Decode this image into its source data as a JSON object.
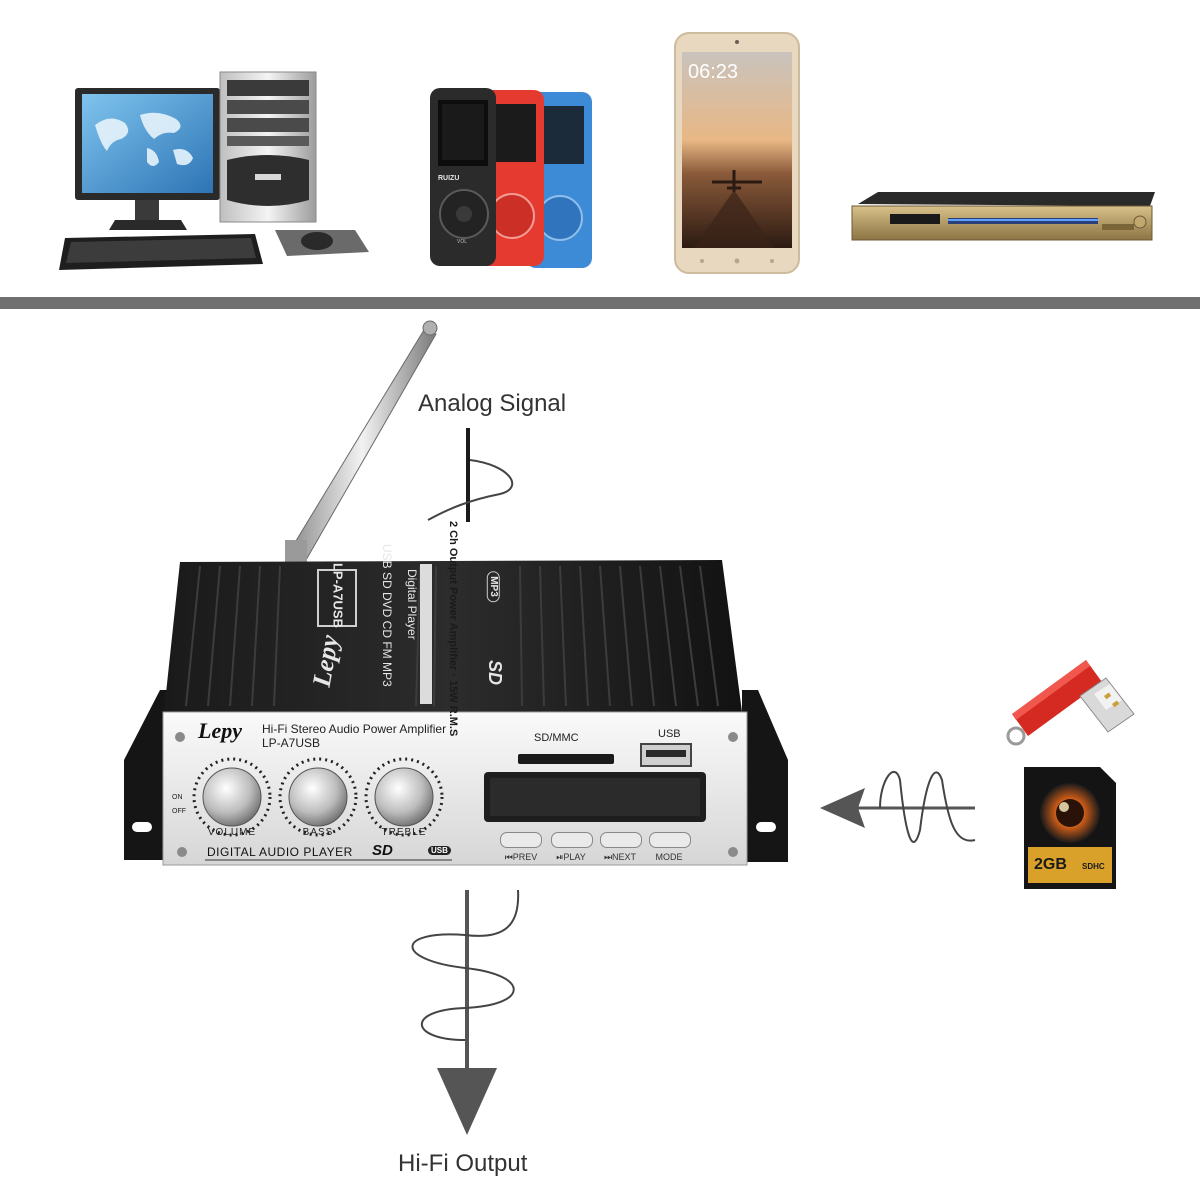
{
  "labels": {
    "analog_signal": "Analog Signal",
    "hifi_output": "Hi-Fi Output"
  },
  "amplifier": {
    "brand": "Lepy",
    "model": "LP-A7USB",
    "subtitle": "Hi-Fi Stereo Audio Power Amplifier",
    "top_line1": "USB SD DVD CD FM MP3",
    "top_line2": "Digital Player",
    "top_line3": "2 Ch Output Power Amplifier · 15W R.M.S",
    "top_mp3": "MP3",
    "top_sd": "SD",
    "sd_slot": "SD/MMC",
    "usb_slot": "USB",
    "footer": "DIGITAL AUDIO PLAYER",
    "footer_sd": "SD",
    "footer_usb": "USB",
    "knobs": [
      "VOLUME",
      "BASS",
      "TREBLE"
    ],
    "switch_on": "ON",
    "switch_off": "OFF",
    "buttons": [
      "⏮PREV",
      "⏯PLAY",
      "⏭NEXT",
      "MODE"
    ]
  },
  "devices": {
    "mp3_brand": "RUIZU",
    "mp3_vol": "VOL",
    "phone_time": "06:23",
    "sd_card_size": "2GB",
    "sd_card_class": "SDHC"
  },
  "colors": {
    "divider": "#707070",
    "arrow": "#555555",
    "usb_red": "#d42a22",
    "player_red": "#e53a30",
    "player_blue": "#3d8ad6",
    "phone_gold": "#e8d8bf"
  },
  "icons": [
    "desktop-computer",
    "mp3-player",
    "smartphone",
    "dvd-player",
    "usb-flash-drive",
    "sd-card"
  ]
}
